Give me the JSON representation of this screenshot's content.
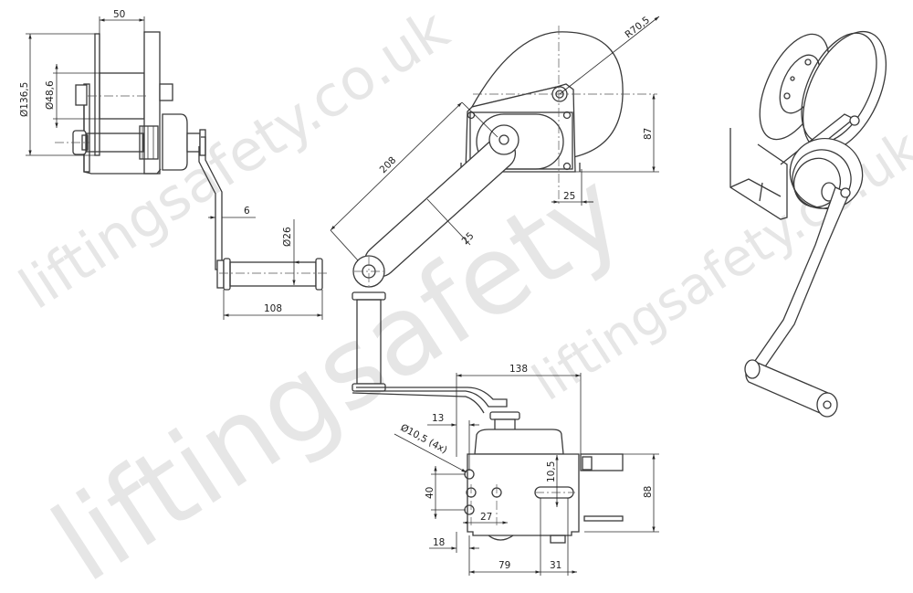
{
  "watermark": {
    "large": "liftingsafety",
    "domain": "liftingsafety.co.uk",
    "color": "#e8e8e8"
  },
  "views": {
    "side_view": {
      "dims": {
        "drum_width": "50",
        "flange_diameter": "Ø136,5",
        "drum_diameter": "Ø48,6",
        "handle_offset": "6",
        "grip_diameter": "Ø26",
        "grip_length": "108"
      }
    },
    "front_view": {
      "dims": {
        "flange_radius": "R70,5",
        "handle_length": "208",
        "arm_width": "25",
        "axle_height": "87",
        "axle_offset": "25"
      }
    },
    "base_view": {
      "dims": {
        "overall_length": "138",
        "edge_to_hole": "13",
        "hole_spec": "Ø10,5 (4x)",
        "hole_spacing_vertical": "40",
        "slot_width": "10,5",
        "height": "88",
        "hole_spacing_horizontal": "27",
        "edge_offset": "18",
        "base_to_slot": "79",
        "slot_length": "31"
      }
    },
    "isometric_view": {
      "description": "3D perspective of hand winch with crank handle"
    }
  }
}
